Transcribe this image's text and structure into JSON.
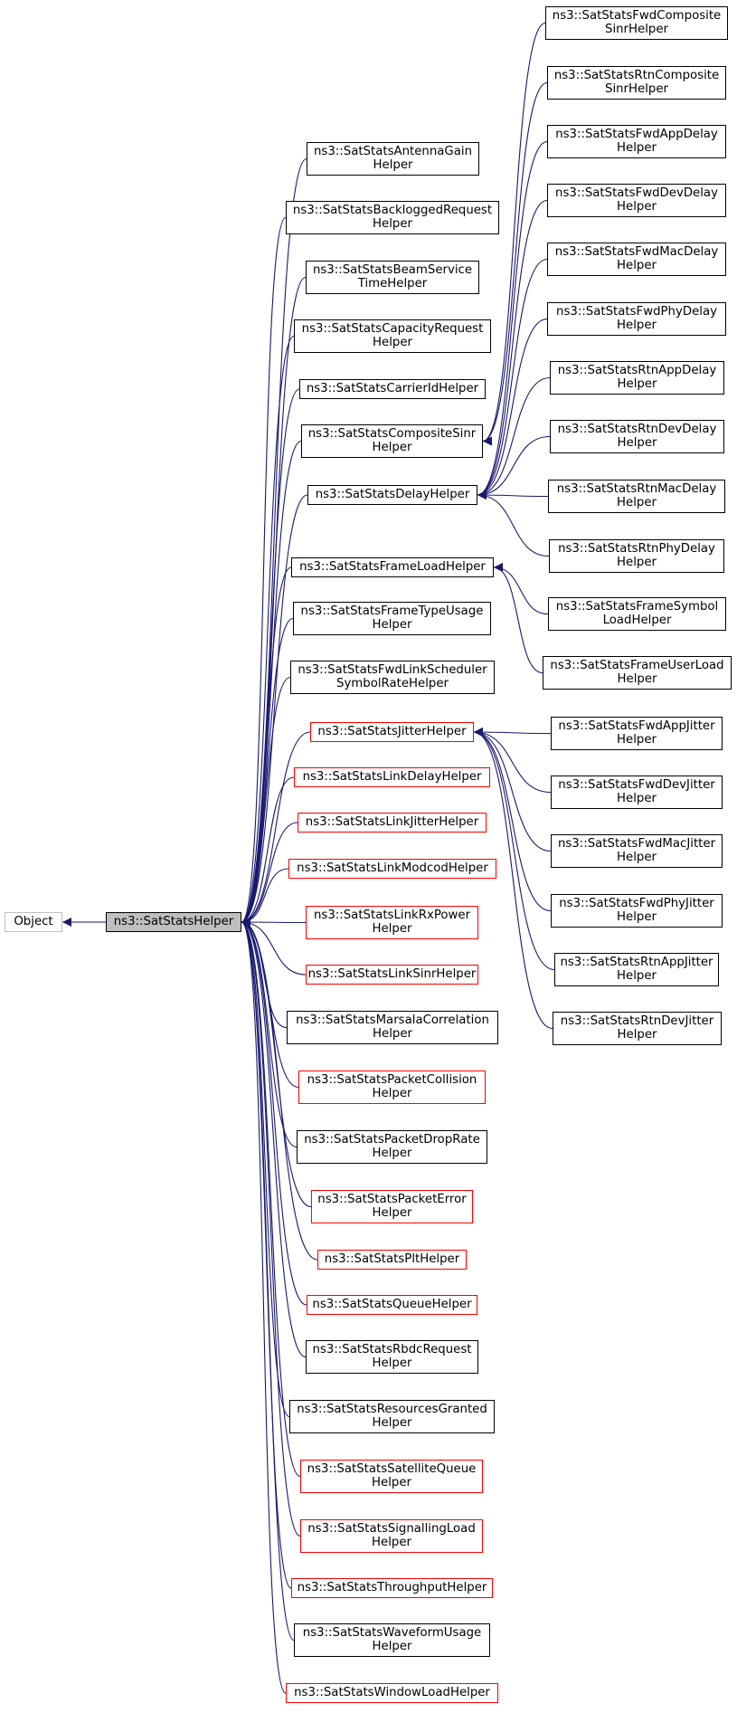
{
  "colors": {
    "edge": "#191970",
    "border_documented": "#000000",
    "border_undocumented": "#ff0000",
    "border_external": "#bfbfbf",
    "focus_fill": "#bfbfbf"
  },
  "nodes": {
    "object": {
      "lines": [
        "Object"
      ],
      "kind": "external"
    },
    "helper": {
      "lines": [
        "ns3::SatStatsHelper"
      ],
      "kind": "focus"
    },
    "antenna_gain": {
      "lines": [
        "ns3::SatStatsAntennaGain",
        "Helper"
      ],
      "kind": "documented"
    },
    "backlogged_request": {
      "lines": [
        "ns3::SatStatsBackloggedRequest",
        "Helper"
      ],
      "kind": "documented"
    },
    "beam_service": {
      "lines": [
        "ns3::SatStatsBeamService",
        "TimeHelper"
      ],
      "kind": "documented"
    },
    "capacity_request": {
      "lines": [
        "ns3::SatStatsCapacityRequest",
        "Helper"
      ],
      "kind": "documented"
    },
    "carrier_id": {
      "lines": [
        "ns3::SatStatsCarrierIdHelper"
      ],
      "kind": "documented"
    },
    "composite_sinr": {
      "lines": [
        "ns3::SatStatsCompositeSinr",
        "Helper"
      ],
      "kind": "documented"
    },
    "delay": {
      "lines": [
        "ns3::SatStatsDelayHelper"
      ],
      "kind": "documented"
    },
    "frame_load": {
      "lines": [
        "ns3::SatStatsFrameLoadHelper"
      ],
      "kind": "documented"
    },
    "frame_type_usage": {
      "lines": [
        "ns3::SatStatsFrameTypeUsage",
        "Helper"
      ],
      "kind": "documented"
    },
    "fwd_link_scheduler": {
      "lines": [
        "ns3::SatStatsFwdLinkScheduler",
        "SymbolRateHelper"
      ],
      "kind": "documented"
    },
    "jitter": {
      "lines": [
        "ns3::SatStatsJitterHelper"
      ],
      "kind": "undocumented"
    },
    "link_delay": {
      "lines": [
        "ns3::SatStatsLinkDelayHelper"
      ],
      "kind": "undocumented"
    },
    "link_jitter": {
      "lines": [
        "ns3::SatStatsLinkJitterHelper"
      ],
      "kind": "undocumented"
    },
    "link_modcod": {
      "lines": [
        "ns3::SatStatsLinkModcodHelper"
      ],
      "kind": "undocumented"
    },
    "link_rx_power": {
      "lines": [
        "ns3::SatStatsLinkRxPower",
        "Helper"
      ],
      "kind": "undocumented"
    },
    "link_sinr": {
      "lines": [
        "ns3::SatStatsLinkSinrHelper"
      ],
      "kind": "undocumented"
    },
    "marsala": {
      "lines": [
        "ns3::SatStatsMarsalaCorrelation",
        "Helper"
      ],
      "kind": "documented"
    },
    "packet_collision": {
      "lines": [
        "ns3::SatStatsPacketCollision",
        "Helper"
      ],
      "kind": "undocumented"
    },
    "packet_drop_rate": {
      "lines": [
        "ns3::SatStatsPacketDropRate",
        "Helper"
      ],
      "kind": "documented"
    },
    "packet_error": {
      "lines": [
        "ns3::SatStatsPacketError",
        "Helper"
      ],
      "kind": "undocumented"
    },
    "plt": {
      "lines": [
        "ns3::SatStatsPltHelper"
      ],
      "kind": "undocumented"
    },
    "queue": {
      "lines": [
        "ns3::SatStatsQueueHelper"
      ],
      "kind": "undocumented"
    },
    "rbdc_request": {
      "lines": [
        "ns3::SatStatsRbdcRequest",
        "Helper"
      ],
      "kind": "documented"
    },
    "resources_granted": {
      "lines": [
        "ns3::SatStatsResourcesGranted",
        "Helper"
      ],
      "kind": "documented"
    },
    "satellite_queue": {
      "lines": [
        "ns3::SatStatsSatelliteQueue",
        "Helper"
      ],
      "kind": "undocumented"
    },
    "signalling_load": {
      "lines": [
        "ns3::SatStatsSignallingLoad",
        "Helper"
      ],
      "kind": "undocumented"
    },
    "throughput": {
      "lines": [
        "ns3::SatStatsThroughputHelper"
      ],
      "kind": "undocumented"
    },
    "waveform_usage": {
      "lines": [
        "ns3::SatStatsWaveformUsage",
        "Helper"
      ],
      "kind": "documented"
    },
    "window_load": {
      "lines": [
        "ns3::SatStatsWindowLoadHelper"
      ],
      "kind": "undocumented"
    },
    "fwd_composite_sinr": {
      "lines": [
        "ns3::SatStatsFwdComposite",
        "SinrHelper"
      ],
      "kind": "documented"
    },
    "rtn_composite_sinr": {
      "lines": [
        "ns3::SatStatsRtnComposite",
        "SinrHelper"
      ],
      "kind": "documented"
    },
    "fwd_app_delay": {
      "lines": [
        "ns3::SatStatsFwdAppDelay",
        "Helper"
      ],
      "kind": "documented"
    },
    "fwd_dev_delay": {
      "lines": [
        "ns3::SatStatsFwdDevDelay",
        "Helper"
      ],
      "kind": "documented"
    },
    "fwd_mac_delay": {
      "lines": [
        "ns3::SatStatsFwdMacDelay",
        "Helper"
      ],
      "kind": "documented"
    },
    "fwd_phy_delay": {
      "lines": [
        "ns3::SatStatsFwdPhyDelay",
        "Helper"
      ],
      "kind": "documented"
    },
    "rtn_app_delay": {
      "lines": [
        "ns3::SatStatsRtnAppDelay",
        "Helper"
      ],
      "kind": "documented"
    },
    "rtn_dev_delay": {
      "lines": [
        "ns3::SatStatsRtnDevDelay",
        "Helper"
      ],
      "kind": "documented"
    },
    "rtn_mac_delay": {
      "lines": [
        "ns3::SatStatsRtnMacDelay",
        "Helper"
      ],
      "kind": "documented"
    },
    "rtn_phy_delay": {
      "lines": [
        "ns3::SatStatsRtnPhyDelay",
        "Helper"
      ],
      "kind": "documented"
    },
    "frame_symbol_load": {
      "lines": [
        "ns3::SatStatsFrameSymbol",
        "LoadHelper"
      ],
      "kind": "documented"
    },
    "frame_user_load": {
      "lines": [
        "ns3::SatStatsFrameUserLoad",
        "Helper"
      ],
      "kind": "documented"
    },
    "fwd_app_jitter": {
      "lines": [
        "ns3::SatStatsFwdAppJitter",
        "Helper"
      ],
      "kind": "documented"
    },
    "fwd_dev_jitter": {
      "lines": [
        "ns3::SatStatsFwdDevJitter",
        "Helper"
      ],
      "kind": "documented"
    },
    "fwd_mac_jitter": {
      "lines": [
        "ns3::SatStatsFwdMacJitter",
        "Helper"
      ],
      "kind": "documented"
    },
    "fwd_phy_jitter": {
      "lines": [
        "ns3::SatStatsFwdPhyJitter",
        "Helper"
      ],
      "kind": "documented"
    },
    "rtn_app_jitter": {
      "lines": [
        "ns3::SatStatsRtnAppJitter",
        "Helper"
      ],
      "kind": "documented"
    },
    "rtn_dev_jitter": {
      "lines": [
        "ns3::SatStatsRtnDevJitter",
        "Helper"
      ],
      "kind": "documented"
    }
  },
  "edges": [
    [
      "helper",
      "object"
    ],
    [
      "antenna_gain",
      "helper"
    ],
    [
      "backlogged_request",
      "helper"
    ],
    [
      "beam_service",
      "helper"
    ],
    [
      "capacity_request",
      "helper"
    ],
    [
      "carrier_id",
      "helper"
    ],
    [
      "composite_sinr",
      "helper"
    ],
    [
      "delay",
      "helper"
    ],
    [
      "frame_load",
      "helper"
    ],
    [
      "frame_type_usage",
      "helper"
    ],
    [
      "fwd_link_scheduler",
      "helper"
    ],
    [
      "jitter",
      "helper"
    ],
    [
      "link_delay",
      "helper"
    ],
    [
      "link_jitter",
      "helper"
    ],
    [
      "link_modcod",
      "helper"
    ],
    [
      "link_rx_power",
      "helper"
    ],
    [
      "link_sinr",
      "helper"
    ],
    [
      "marsala",
      "helper"
    ],
    [
      "packet_collision",
      "helper"
    ],
    [
      "packet_drop_rate",
      "helper"
    ],
    [
      "packet_error",
      "helper"
    ],
    [
      "plt",
      "helper"
    ],
    [
      "queue",
      "helper"
    ],
    [
      "rbdc_request",
      "helper"
    ],
    [
      "resources_granted",
      "helper"
    ],
    [
      "satellite_queue",
      "helper"
    ],
    [
      "signalling_load",
      "helper"
    ],
    [
      "throughput",
      "helper"
    ],
    [
      "waveform_usage",
      "helper"
    ],
    [
      "window_load",
      "helper"
    ],
    [
      "fwd_composite_sinr",
      "composite_sinr"
    ],
    [
      "rtn_composite_sinr",
      "composite_sinr"
    ],
    [
      "fwd_app_delay",
      "delay"
    ],
    [
      "fwd_dev_delay",
      "delay"
    ],
    [
      "fwd_mac_delay",
      "delay"
    ],
    [
      "fwd_phy_delay",
      "delay"
    ],
    [
      "rtn_app_delay",
      "delay"
    ],
    [
      "rtn_dev_delay",
      "delay"
    ],
    [
      "rtn_mac_delay",
      "delay"
    ],
    [
      "rtn_phy_delay",
      "delay"
    ],
    [
      "frame_symbol_load",
      "frame_load"
    ],
    [
      "frame_user_load",
      "frame_load"
    ],
    [
      "fwd_app_jitter",
      "jitter"
    ],
    [
      "fwd_dev_jitter",
      "jitter"
    ],
    [
      "fwd_mac_jitter",
      "jitter"
    ],
    [
      "fwd_phy_jitter",
      "jitter"
    ],
    [
      "rtn_app_jitter",
      "jitter"
    ],
    [
      "rtn_dev_jitter",
      "jitter"
    ]
  ]
}
